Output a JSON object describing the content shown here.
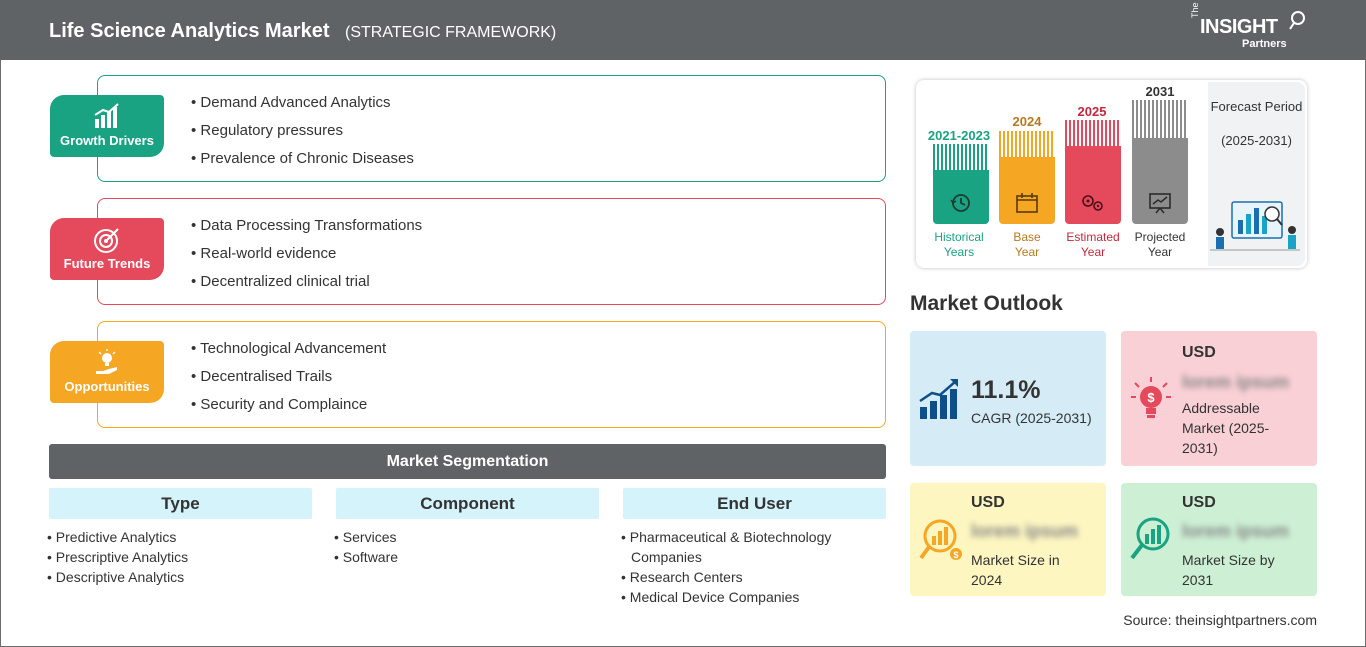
{
  "header": {
    "title": "Life Science Analytics Market",
    "subtitle": "(STRATEGIC FRAMEWORK)",
    "logo": {
      "small": "The",
      "big": "INSIGHT",
      "partners": "Partners"
    }
  },
  "colors": {
    "growth": "#1aa383",
    "trends": "#e5495c",
    "opportunities": "#f5a623",
    "header": "#5f6366"
  },
  "sections": [
    {
      "label": "Growth Drivers",
      "icon": "bar-chart-icon",
      "items": [
        "Demand Advanced Analytics",
        "Regulatory pressures",
        "Prevalence of Chronic Diseases"
      ]
    },
    {
      "label": "Future Trends",
      "icon": "target-icon",
      "items": [
        "Data Processing Transformations",
        "Real-world evidence",
        "Decentralized clinical trial"
      ]
    },
    {
      "label": "Opportunities",
      "icon": "lightbulb-hand-icon",
      "items": [
        "Technological Advancement",
        "Decentralised Trails",
        "Security and Complaince"
      ]
    }
  ],
  "segmentation": {
    "title": "Market Segmentation",
    "columns": [
      {
        "head": "Type",
        "items": [
          "Predictive Analytics",
          "Prescriptive Analytics",
          "Descriptive Analytics"
        ]
      },
      {
        "head": "Component",
        "items": [
          "Services",
          "Software"
        ]
      },
      {
        "head": "End User",
        "items": [
          "Pharmaceutical & Biotechnology Companies",
          "Research Centers",
          "Medical Device Companies"
        ]
      }
    ]
  },
  "timeline": {
    "bars": [
      {
        "year": "2021-2023",
        "label1": "Historical",
        "label2": "Years",
        "color": "#1aa383",
        "icon": "clock-history-icon"
      },
      {
        "year": "2024",
        "label1": "Base",
        "label2": "Year",
        "color": "#f5a623",
        "icon": "calendar-icon"
      },
      {
        "year": "2025",
        "label1": "Estimated",
        "label2": "Year",
        "color": "#e5495c",
        "icon": "gears-icon"
      },
      {
        "year": "2031",
        "label1": "Projected",
        "label2": "Year",
        "color": "#8c8c8c",
        "icon": "presentation-chart-icon"
      }
    ],
    "forecast_title": "Forecast Period",
    "forecast_range": "(2025-2031)"
  },
  "outlook": {
    "title": "Market Outlook",
    "cagr_value": "11.1%",
    "cagr_label": "CAGR (2025-2031)",
    "addressable": {
      "usd": "USD",
      "value": "lorem ipsum",
      "label": "Addressable Market (2025-2031)"
    },
    "size_2024": {
      "usd": "USD",
      "value": "lorem ipsum",
      "label": "Market Size in 2024"
    },
    "size_2031": {
      "usd": "USD",
      "value": "lorem ipsum",
      "label": "Market Size by 2031"
    }
  },
  "source": "Source: theinsightpartners.com"
}
